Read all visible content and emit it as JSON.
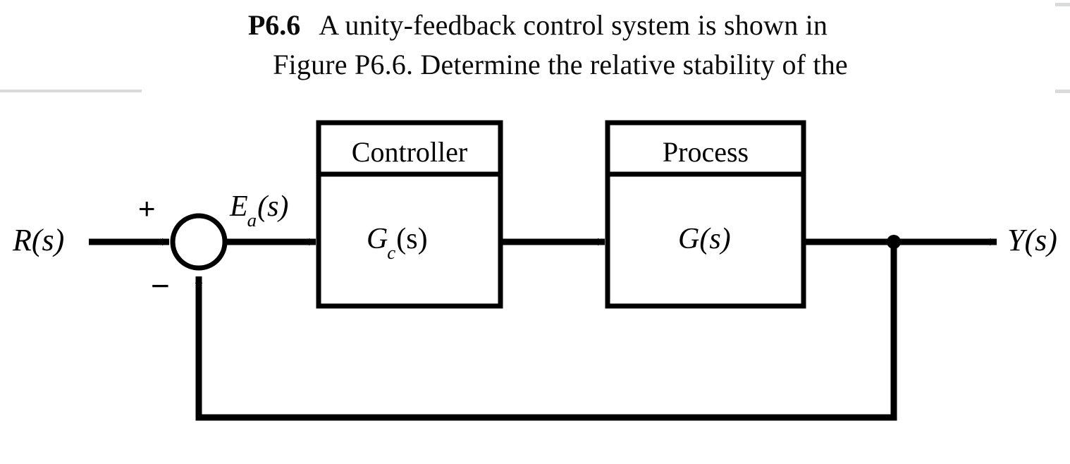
{
  "problem": {
    "number": "P6.6",
    "line1": "A unity-feedback control system is shown in",
    "line2": "Figure P6.6. Determine the relative stability of the"
  },
  "diagram": {
    "input_label": "R(s)",
    "output_label": "Y(s)",
    "error_label_base": "E",
    "error_label_sub": "a",
    "error_label_tail": "(s)",
    "sum_plus": "+",
    "sum_minus": "−",
    "blocks": [
      {
        "id": "controller",
        "title": "Controller",
        "body_base": "G",
        "body_sub": "c",
        "body_tail": "(s)"
      },
      {
        "id": "process",
        "title": "Process",
        "body_base": "G",
        "body_sub": "",
        "body_tail": "(s)"
      }
    ],
    "colors": {
      "ink": "#000000",
      "paper": "#ffffff",
      "scan_artifact": "#d9dadc"
    }
  }
}
